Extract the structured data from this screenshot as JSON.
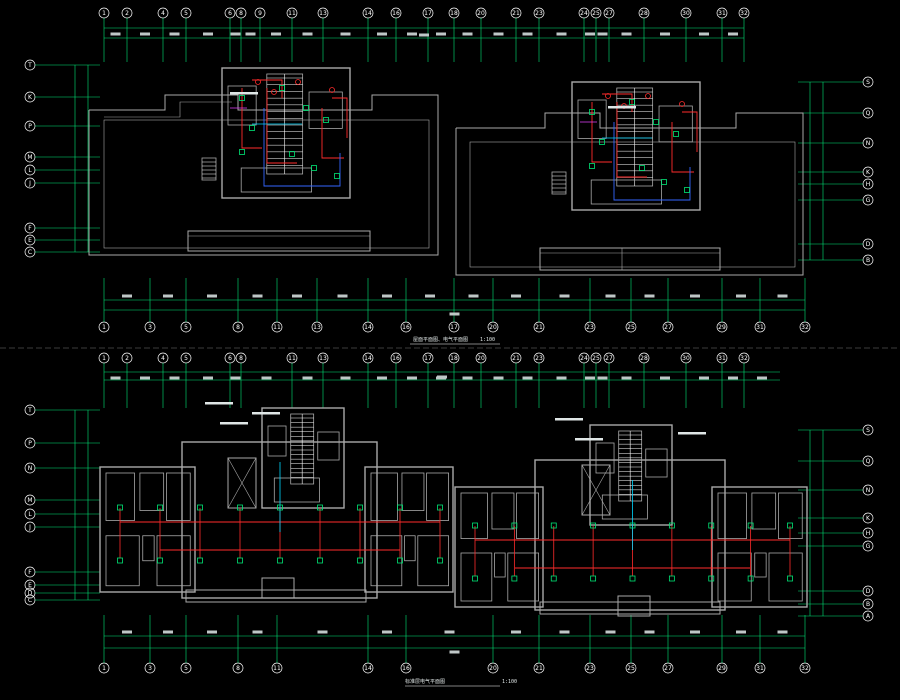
{
  "drawing": {
    "colors": {
      "background": "#000000",
      "axis": "#00e676",
      "wall": "#a8a8a8",
      "power_red": "#ff2b2b",
      "signal_blue": "#3366ff",
      "magenta": "#e040fb",
      "cyan": "#00d7ff",
      "white": "#ffffff"
    },
    "top_plan": {
      "title": "屋面平面图、电气平面图",
      "scale": "1:100",
      "top_axes": [
        "1",
        "2",
        "4",
        "5",
        "6",
        "8",
        "9",
        "11",
        "13",
        "14",
        "16",
        "17",
        "18",
        "20",
        "21",
        "23",
        "24",
        "25",
        "27",
        "28",
        "30",
        "31",
        "32"
      ],
      "bottom_axes": [
        "1",
        "3",
        "5",
        "8",
        "11",
        "13",
        "14",
        "16",
        "17",
        "20",
        "21",
        "23",
        "25",
        "27",
        "29",
        "31",
        "32"
      ],
      "left_axes": [
        "T",
        "K",
        "P",
        "M",
        "L",
        "J",
        "F",
        "E",
        "C"
      ],
      "right_axes": [
        "S",
        "Q",
        "N",
        "K",
        "H",
        "G",
        "D",
        "B"
      ]
    },
    "bottom_plan": {
      "title": "标准层电气平面图",
      "scale": "1:100",
      "top_axes": [
        "1",
        "2",
        "4",
        "5",
        "6",
        "8",
        "11",
        "13",
        "14",
        "16",
        "17",
        "18",
        "20",
        "21",
        "23",
        "24",
        "25",
        "27",
        "28",
        "30",
        "31",
        "32"
      ],
      "bottom_axes": [
        "1",
        "3",
        "5",
        "8",
        "11",
        "14",
        "16",
        "20",
        "21",
        "23",
        "25",
        "27",
        "29",
        "31",
        "32"
      ],
      "left_axes": [
        "T",
        "P",
        "N",
        "M",
        "L",
        "J",
        "F",
        "E",
        "D",
        "C"
      ],
      "right_axes": [
        "S",
        "Q",
        "N",
        "K",
        "H",
        "G",
        "D",
        "B",
        "A"
      ]
    }
  }
}
